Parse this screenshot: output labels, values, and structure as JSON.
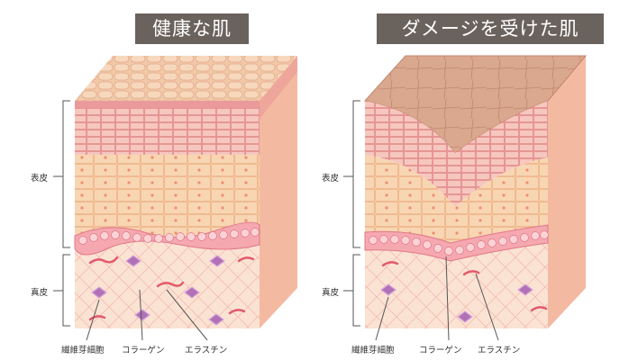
{
  "titles": {
    "healthy": "健康な肌",
    "damaged": "ダメージを受けた肌"
  },
  "layers": {
    "epidermis": "表皮",
    "dermis": "真皮"
  },
  "components": {
    "fibroblast": "繊維芽細胞",
    "collagen": "コラーゲン",
    "elastin": "エラスチン"
  },
  "colors": {
    "title_bg": "#6a625d",
    "surface": "#f2c9a8",
    "stratum_pink": "#efa5a5",
    "stratum_orange": "#f6c89a",
    "basal_cell": "#f5a8b0",
    "dermis": "#fbe3d3",
    "fibroblast": "#b071b6",
    "elastin": "#e25a6a",
    "side_face": "#f4b9a1"
  }
}
